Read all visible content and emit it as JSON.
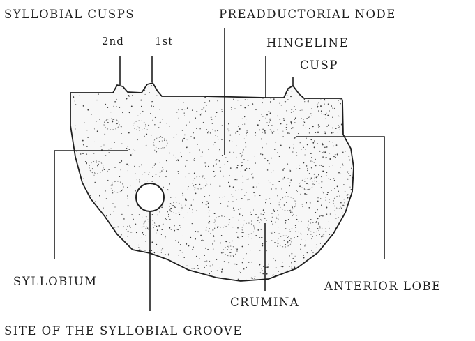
{
  "labels": {
    "syllobial_cusps": "SYLLOBIAL CUSPS",
    "second": "2nd",
    "first": "1st",
    "preadductorial_node": "PREADDUCTORIAL NODE",
    "hingeline": "HINGELINE",
    "cusp": "CUSP",
    "syllobium": "SYLLOBIUM",
    "anterior_lobe": "ANTERIOR LOBE",
    "crumina": "CRUMINA",
    "site_of_syllobial_groove": "SITE OF THE SYLLOBIAL GROOVE"
  },
  "colors": {
    "ink": "#1e1e1e",
    "paper": "#ffffff",
    "stipple": "#3a3a3a"
  }
}
